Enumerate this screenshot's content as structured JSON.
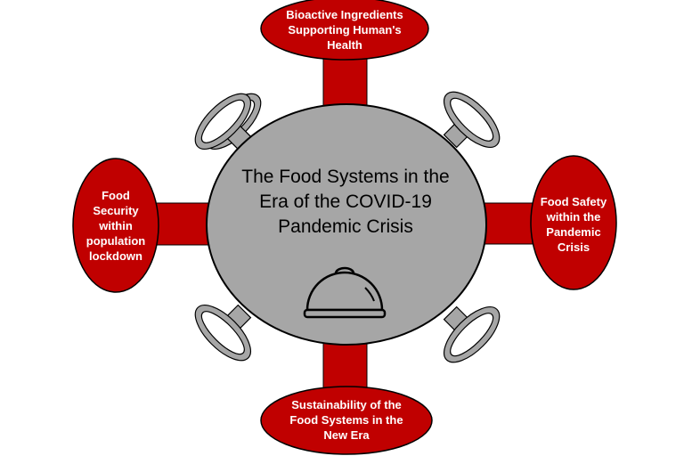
{
  "center": {
    "title_lines": [
      "The Food Systems in the",
      "Era of the COVID-19",
      "Pandemic Crisis"
    ],
    "icon": "cloche-icon"
  },
  "nodes": {
    "top": {
      "lines": [
        "Bioactive Ingredients",
        "Supporting Human's",
        "Health"
      ]
    },
    "left": {
      "lines": [
        "Food",
        "Security",
        "within",
        "population",
        "lockdown"
      ]
    },
    "right": {
      "lines": [
        "Food Safety",
        "within the",
        "Pandemic",
        "Crisis"
      ]
    },
    "bottom": {
      "lines": [
        "Sustainability of the",
        "Food Systems in the",
        "New Era"
      ]
    }
  },
  "colors": {
    "accent": "#c00000",
    "table": "#a6a6a6",
    "outline": "#000000"
  }
}
